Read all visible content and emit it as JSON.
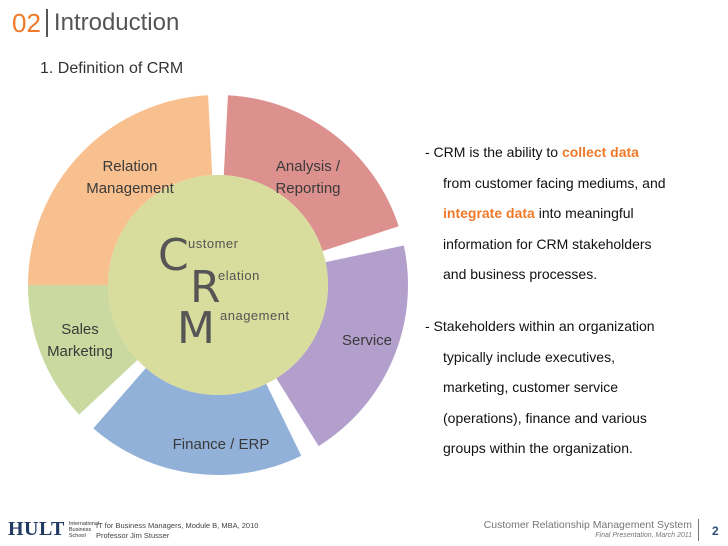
{
  "header": {
    "section_number": "02",
    "section_title": "Introduction"
  },
  "subtitle": "1. Definition of CRM",
  "diagram": {
    "segments": [
      {
        "label_lines": [
          "Relation",
          "Management"
        ],
        "color": "#f9c08f"
      },
      {
        "label_lines": [
          "Analysis /",
          "Reporting"
        ],
        "color": "#dd918f"
      },
      {
        "label_lines": [
          "Service"
        ],
        "color": "#b39fcc"
      },
      {
        "label_lines": [
          "Finance / ERP"
        ],
        "color": "#92b1d8"
      },
      {
        "label_lines": [
          "Sales",
          "Marketing"
        ],
        "color": "#c9d99f"
      }
    ],
    "center": {
      "color": "#d8dc9c",
      "letters": [
        "C",
        "R",
        "M"
      ],
      "words": [
        "ustomer",
        "elation",
        "anagement"
      ]
    }
  },
  "text": {
    "p1": {
      "line1_pre": "- CRM is the ability to ",
      "line1_hl": "collect data",
      "line2": "from customer facing mediums, and",
      "line3_hl": "integrate data",
      "line3_post": " into meaningful",
      "line4": "information for CRM stakeholders",
      "line5": "and business processes."
    },
    "p2": {
      "line1": "- Stakeholders within an organization",
      "line2": "typically include executives,",
      "line3": "marketing, customer service",
      "line4": "(operations), finance and various",
      "line5": "groups within the organization."
    }
  },
  "footer": {
    "logo": "HULT",
    "logo_sub": [
      "International",
      "Business",
      "School"
    ],
    "course_line1": "IT for Business Managers, Module B, MBA, 2010",
    "course_line2": "Professor Jim Stusser",
    "presentation_title": "Customer Relationship Management System",
    "presentation_date": "Final Presentation, March 2011",
    "page_number": "2"
  },
  "colors": {
    "accent": "#f07a2a",
    "logo": "#1f3a63"
  }
}
